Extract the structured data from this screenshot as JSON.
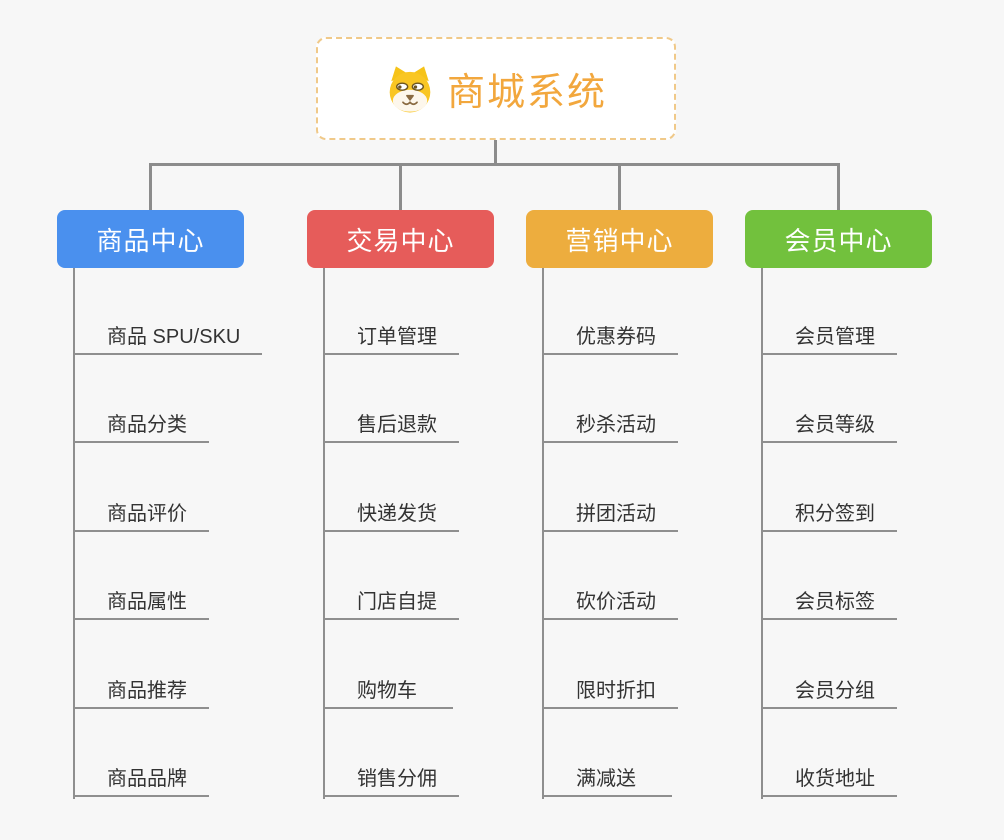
{
  "canvas": {
    "background": "#f7f7f7",
    "connector_color": "#8c8c8c",
    "line_color": "#8f8f8f",
    "item_text_color": "#333333"
  },
  "root": {
    "title": "商城系统",
    "icon": "dog-face-icon",
    "title_color": "#f2a73d",
    "border_color": "#f0c989",
    "background": "#ffffff"
  },
  "branches": [
    {
      "label": "商品中心",
      "color": "#4a90ee",
      "items": [
        "商品 SPU/SKU",
        "商品分类",
        "商品评价",
        "商品属性",
        "商品推荐",
        "商品品牌"
      ]
    },
    {
      "label": "交易中心",
      "color": "#e65c5a",
      "items": [
        "订单管理",
        "售后退款",
        "快递发货",
        "门店自提",
        "购物车",
        "销售分佣"
      ]
    },
    {
      "label": "营销中心",
      "color": "#edad3e",
      "items": [
        "优惠券码",
        "秒杀活动",
        "拼团活动",
        "砍价活动",
        "限时折扣",
        "满减送"
      ]
    },
    {
      "label": "会员中心",
      "color": "#72c13d",
      "items": [
        "会员管理",
        "会员等级",
        "积分签到",
        "会员标签",
        "会员分组",
        "收货地址"
      ]
    }
  ]
}
